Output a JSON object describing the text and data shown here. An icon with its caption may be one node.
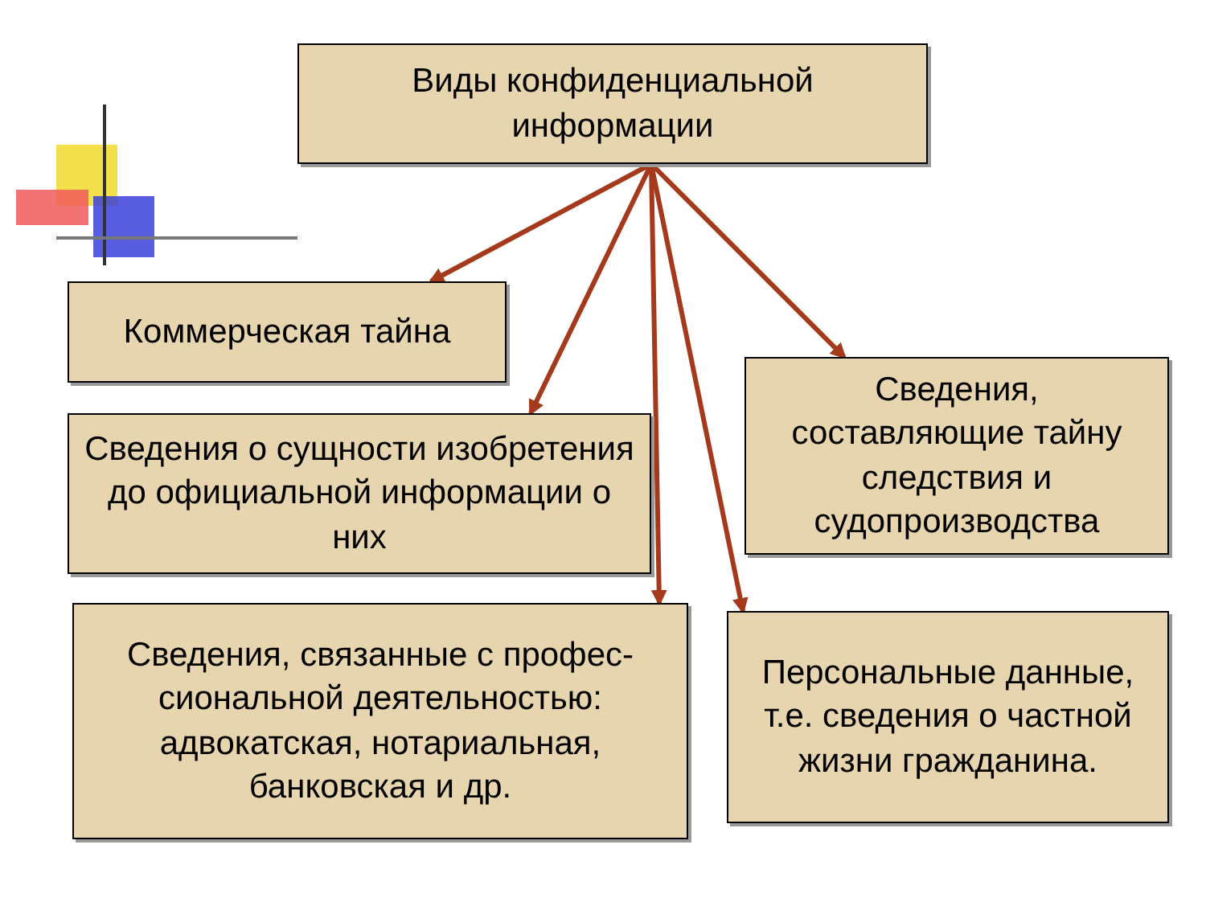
{
  "diagram": {
    "nodes": [
      {
        "text": [
          "Виды конфиденциальной информации"
        ]
      },
      {
        "text": [
          "Коммерческая тайна"
        ]
      },
      {
        "text": [
          "Сведения о сущности изобретения до официальной информации о них"
        ]
      },
      {
        "text": [
          "Сведения, связанные с профес-сиональной деятельностью: адвокатская, нотариальная, банковская и др."
        ]
      },
      {
        "text": [
          "Сведения, составляющие тайну следствия и судопроизводства"
        ]
      },
      {
        "text": [
          "Персональные данные, т.е. сведения о частной жизни гражданина."
        ]
      }
    ],
    "edges": [
      {
        "from": 0,
        "to": 1,
        "arrow": "to"
      },
      {
        "from": 0,
        "to": 2,
        "arrow": "to"
      },
      {
        "from": 0,
        "to": 3,
        "arrow": "to"
      },
      {
        "from": 0,
        "to": 5,
        "arrow": "to"
      },
      {
        "from": 0,
        "to": 4,
        "arrow": "to"
      }
    ]
  }
}
